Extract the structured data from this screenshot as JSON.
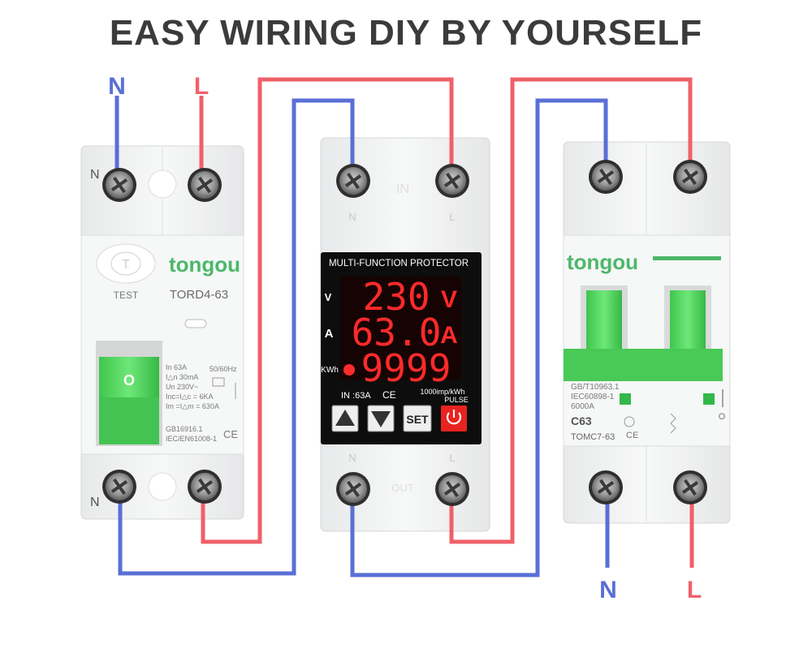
{
  "title": "EASY WIRING DIY BY YOURSELF",
  "colors": {
    "neutral_wire": "#5a6fd6",
    "live_wire": "#f0606a",
    "accent_green": "#4fd45a",
    "brand_green": "#4cb86a",
    "display_red": "#ff2a2a",
    "device_body": "#f3f4f4",
    "display_bg": "#0d0d0d"
  },
  "wire_labels": {
    "input_neutral": "N",
    "input_live": "L",
    "output_neutral": "N",
    "output_live": "L"
  },
  "rcd": {
    "brand": "tongou",
    "model": "TORD4-63",
    "test_label": "TEST",
    "test_button_letter": "T",
    "top_terminal_label": "N",
    "bottom_terminal_label": "N",
    "handle_label": "O",
    "spec_lines": [
      "In   63A",
      "I△n  30mA",
      "Un   230V~",
      "Inc=I△c = 6KA",
      "Im =I△m = 630A"
    ],
    "frequency": "50/60Hz",
    "standards": [
      "GB16916.1",
      "IEC/EN61008-1"
    ],
    "ce_mark": "CE"
  },
  "protector": {
    "title": "MULTI-FUNCTION PROTECTOR",
    "in_label": "IN",
    "out_label": "OUT",
    "terminal_n": "N",
    "terminal_l": "L",
    "rows": [
      {
        "unit_label": "V",
        "value": "230",
        "unit": "V"
      },
      {
        "unit_label": "A",
        "value": "63.0",
        "unit": "A"
      },
      {
        "unit_label": "KWh",
        "value": "9999",
        "unit": ""
      }
    ],
    "rating": "IN :63A",
    "ce_mark": "CE",
    "impulse": "1000imp/kWh",
    "pulse": "PULSE",
    "buttons": [
      "up-button",
      "down-button",
      "SET",
      "power-button"
    ]
  },
  "mcb": {
    "brand": "tongou",
    "standard_lines": [
      "GB/T10963.1",
      "IEC60898-1",
      "6000A"
    ],
    "rating": "C63",
    "model": "TOMC7-63",
    "ce_mark": "CE",
    "position_label": "O"
  }
}
